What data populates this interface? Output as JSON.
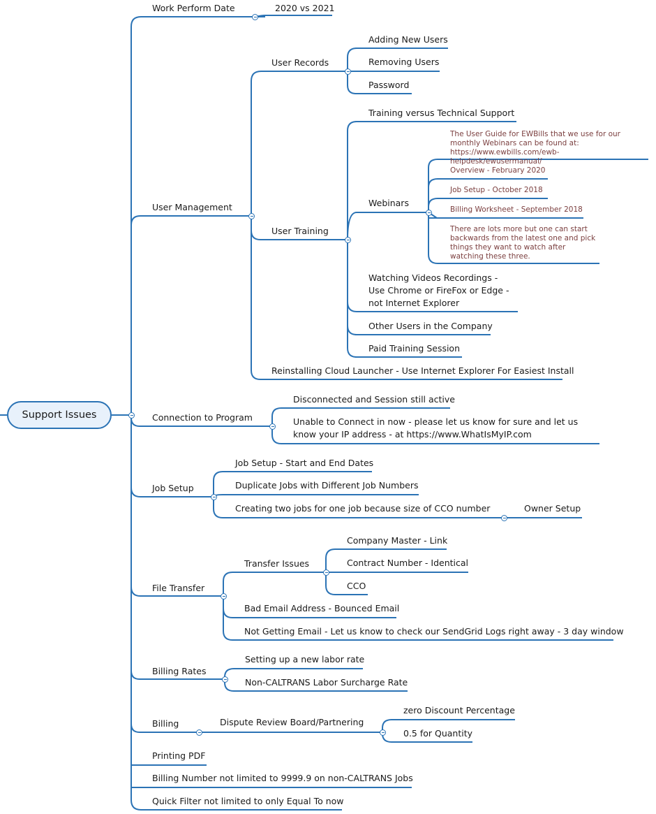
{
  "root": "Support Issues",
  "topics": {
    "work_perform_date": "Work Perform Date",
    "work_perform_date_child": "2020 vs 2021",
    "user_management": "User Management",
    "user_records": "User Records",
    "adding_new_users": "Adding New Users",
    "removing_users": "Removing Users",
    "password": "Password",
    "user_training": "User Training",
    "training_vs_support": "Training versus Technical Support",
    "webinars": "Webinars",
    "webinar_note_1": "The User Guide for EWBills that we use for our monthly Webinars can be found at: https://www.ewbills.com/ewb-helpdesk/ewusermanual/",
    "webinar_overview": "Overview - February 2020",
    "webinar_job_setup": "Job Setup - October 2018",
    "webinar_billing": "Billing Worksheet - September 2018",
    "webinar_note_2": "There are lots more but one can start backwards from the latest one and pick things they want to watch after watching these three.",
    "watching_videos": "Watching Videos Recordings - Use Chrome or FireFox or Edge - not Internet Explorer",
    "other_users": "Other Users in the Company",
    "paid_training": "Paid Training Session",
    "reinstalling": "Reinstalling Cloud Launcher - Use Internet Explorer For Easiest Install",
    "connection": "Connection to Program",
    "disconnected": "Disconnected and Session still active",
    "unable_connect": "Unable to Connect in now - please let us know for sure and let us know your IP address - at https://www.WhatIsMyIP.com",
    "job_setup": "Job Setup",
    "job_setup_dates": "Job Setup - Start and End Dates",
    "duplicate_jobs": "Duplicate Jobs with Different Job Numbers",
    "creating_two_jobs": "Creating two jobs for one job because size of CCO number",
    "owner_setup": "Owner Setup",
    "file_transfer": "File Transfer",
    "transfer_issues": "Transfer Issues",
    "company_master": "Company Master - Link",
    "contract_number": "Contract Number - Identical",
    "cco": "CCO",
    "bad_email": "Bad Email Address - Bounced Email",
    "not_getting_email": "Not Getting Email - Let us know to check our SendGrid Logs right away - 3 day window",
    "billing_rates": "Billing Rates",
    "new_labor_rate": "Setting up a new labor rate",
    "non_caltrans_surcharge": "Non-CALTRANS Labor Surcharge Rate",
    "billing": "Billing",
    "dispute_review": "Dispute Review Board/Partnering",
    "zero_discount": "zero Discount Percentage",
    "quantity": "0.5 for Quantity",
    "printing_pdf": "Printing PDF",
    "billing_number": "Billing Number not limited to 9999.9 on non-CALTRANS Jobs",
    "quick_filter": "Quick Filter not limited to only Equal To now"
  }
}
